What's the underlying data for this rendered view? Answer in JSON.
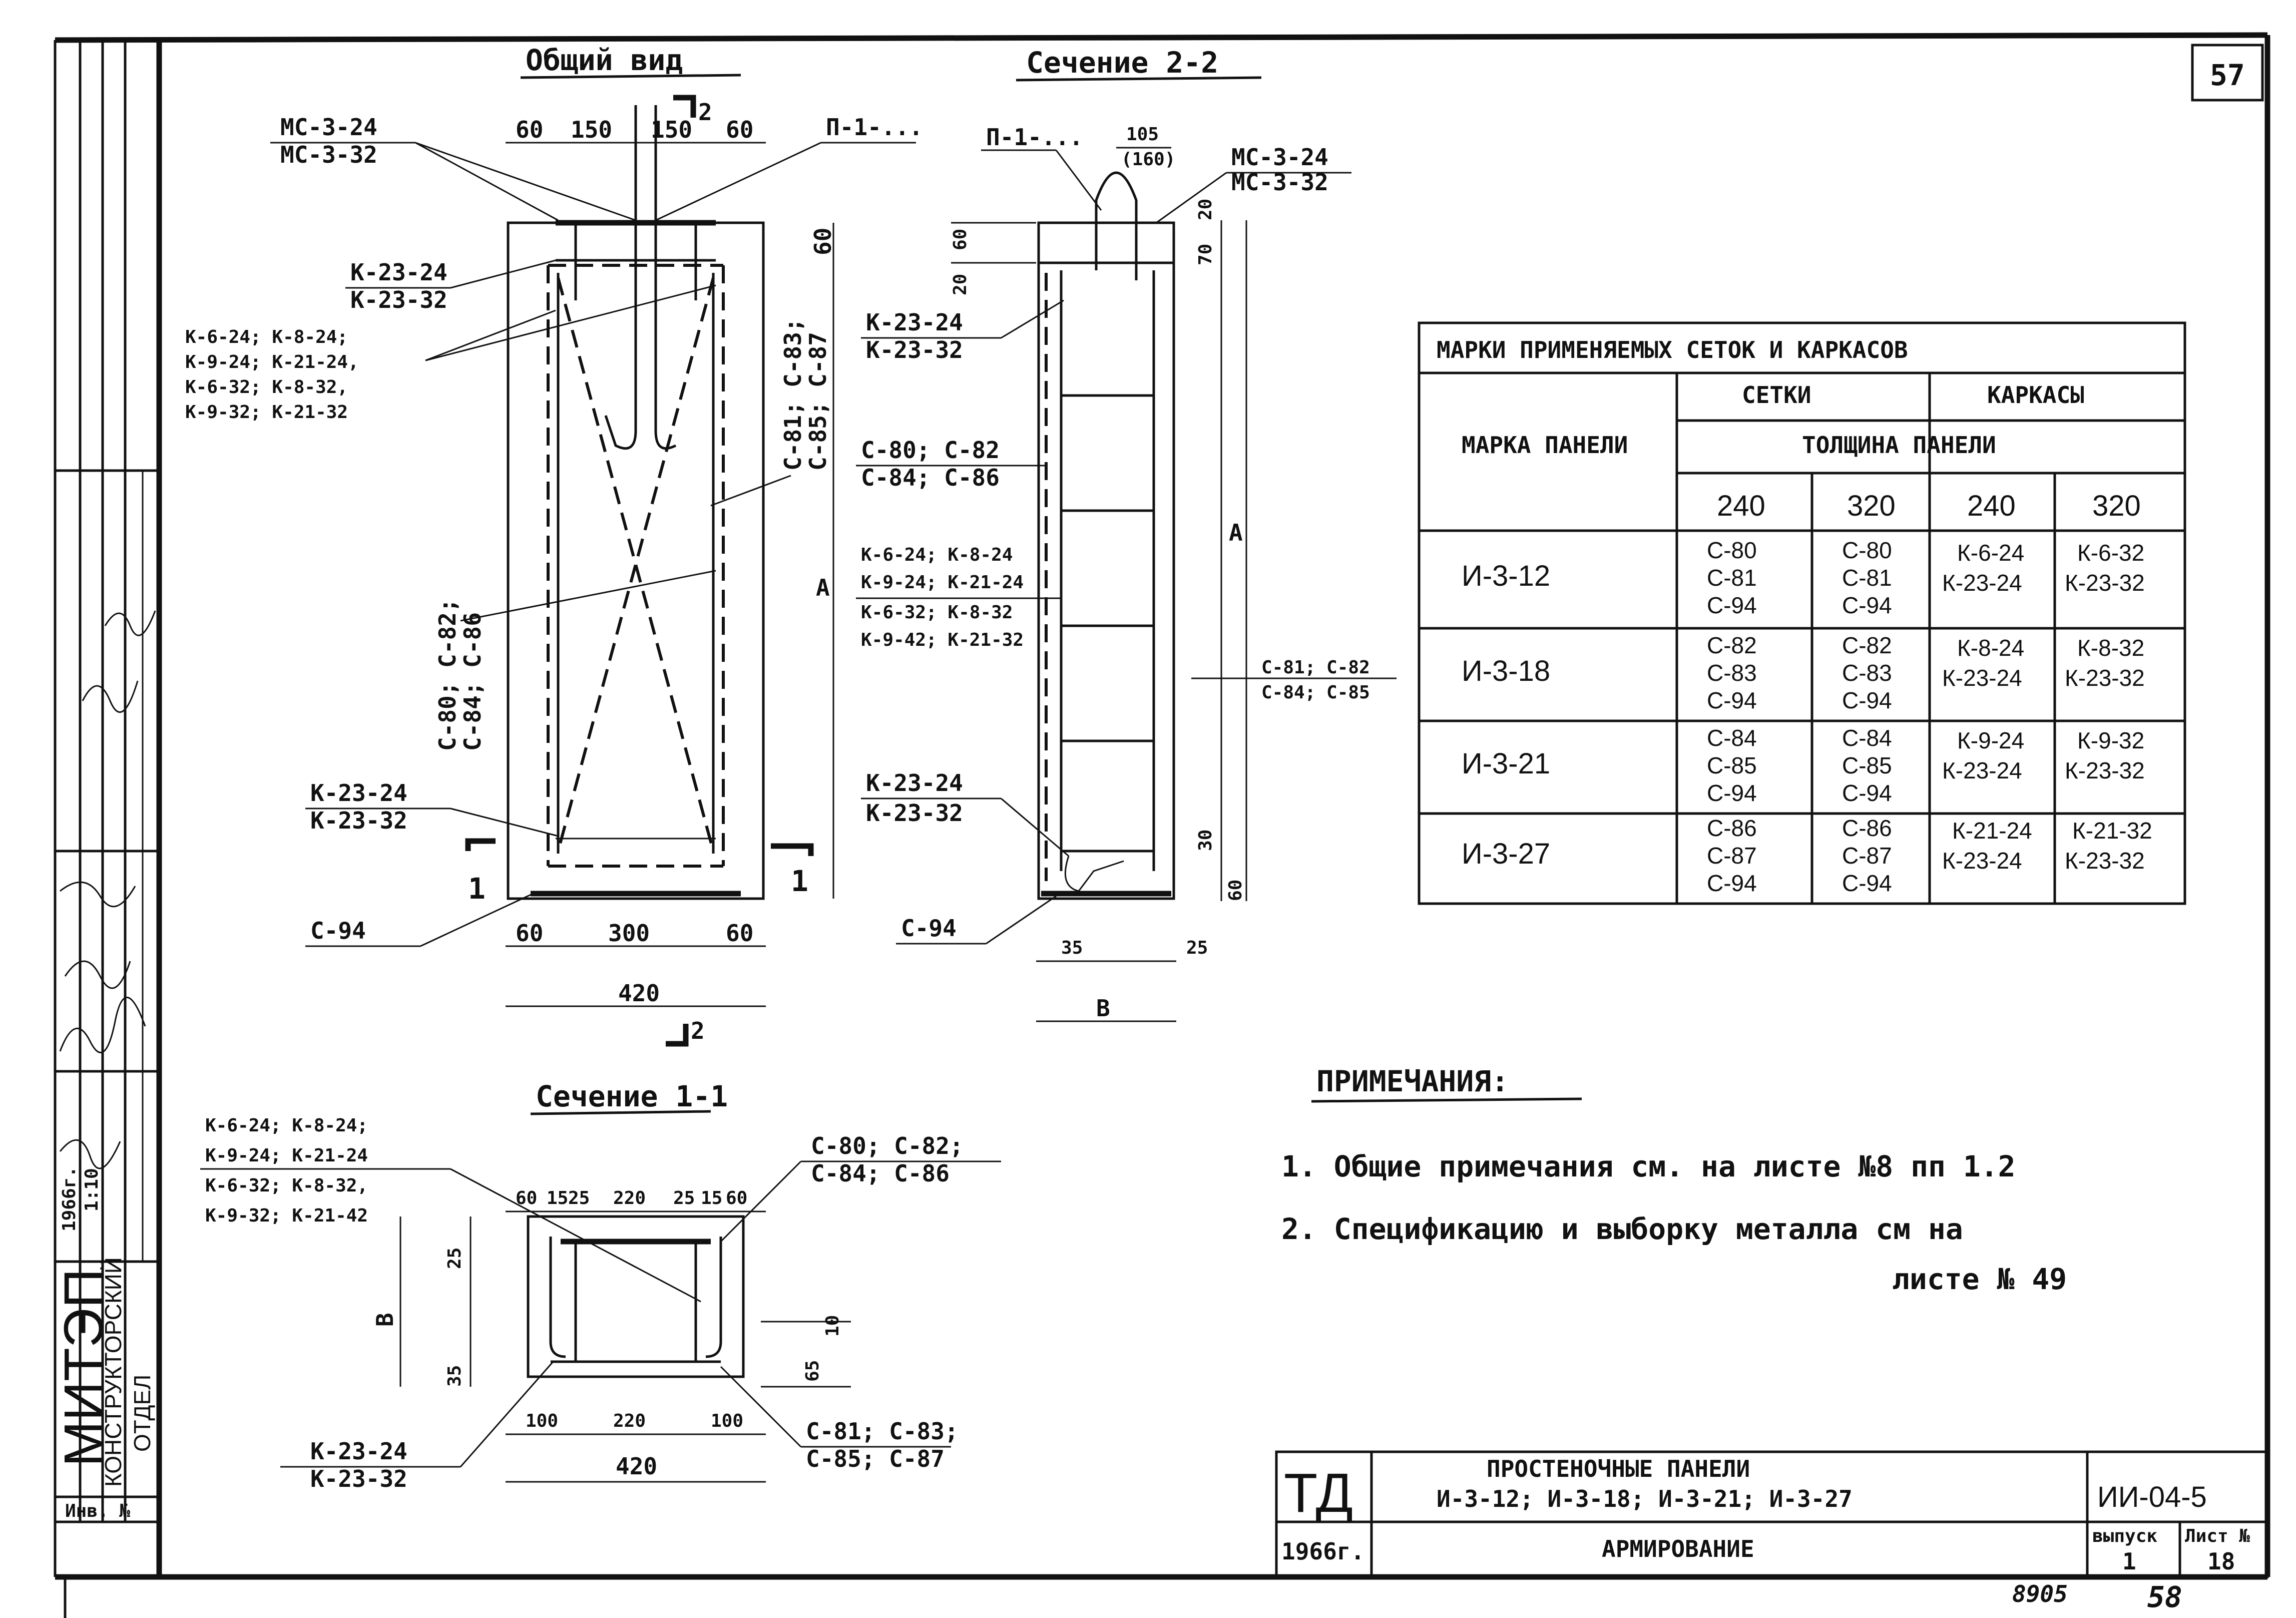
{
  "sheet_number": "57",
  "bottom_notes": {
    "inventory": "8905",
    "page": "58"
  },
  "side_stamp": {
    "org_main": "МИТЭП",
    "org_sub1": "КОНСТРУКТОРСКИЙ",
    "org_sub2": "ОТДЕЛ",
    "year": "1966г.",
    "scale": "1:10",
    "inv": "Инв. №"
  },
  "views": {
    "general": {
      "title": "Общий вид",
      "labels": {
        "ms": [
          "МС-3-24",
          "МС-3-32"
        ],
        "p1": "П-1-...",
        "k23_top": [
          "К-23-24",
          "К-23-32"
        ],
        "k_list": [
          "К-6-24; К-8-24;",
          "К-9-24; К-21-24,",
          "К-6-32; К-8-32,",
          "К-9-32; К-21-32"
        ],
        "k23_bot": [
          "К-23-24",
          "К-23-32"
        ],
        "c94": "С-94",
        "c_right": [
          "С-81; С-83;",
          "С-85; С-87"
        ],
        "c_center": [
          "С-80; С-82;",
          "С-84; С-86"
        ],
        "dims_top": [
          "60",
          "150",
          "150",
          "60"
        ],
        "dims_bot": [
          "60",
          "300",
          "60"
        ],
        "width": "420",
        "height": "A",
        "top_right": "60",
        "cut_left": "1",
        "cut_right": "1",
        "cut_top": "2",
        "cut_bot": "2"
      }
    },
    "section22": {
      "title": "Сечение 2-2",
      "labels": {
        "p1": "П-1-...",
        "dim_top": [
          "105",
          "(160)"
        ],
        "ms": [
          "МС-3-24",
          "МС-3-32"
        ],
        "k23_top": [
          "К-23-24",
          "К-23-32"
        ],
        "c_left": [
          "С-80; С-82",
          "С-84; С-86"
        ],
        "k_list": [
          "К-6-24; К-8-24",
          "К-9-24; К-21-24",
          "К-6-32; К-8-32",
          "К-9-42; К-21-32"
        ],
        "k23_bot": [
          "К-23-24",
          "К-23-32"
        ],
        "c94": "С-94",
        "c_right": [
          "С-81; С-82",
          "С-84; С-85"
        ],
        "dims_left": [
          "60",
          "20"
        ],
        "dims_right_top": [
          "20",
          "70"
        ],
        "dims_right_bot": [
          "30",
          "60"
        ],
        "dims_bot": [
          "35",
          "25"
        ],
        "b": "В",
        "height": "А"
      }
    },
    "section11": {
      "title": "Сечение 1-1",
      "labels": {
        "k_list": [
          "К-6-24; К-8-24;",
          "К-9-24; К-21-24",
          "К-6-32; К-8-32,",
          "К-9-32; К-21-42"
        ],
        "c_top": [
          "С-80; С-82;",
          "С-84; С-86"
        ],
        "c_bot": [
          "С-81; С-83;",
          "С-85; С-87"
        ],
        "k23": [
          "К-23-24",
          "К-23-32"
        ],
        "dims_top": [
          "60",
          "15",
          "25",
          "220",
          "25",
          "15",
          "60"
        ],
        "dims_bot": [
          "100",
          "220",
          "100"
        ],
        "width": "420",
        "dims_left": [
          "25",
          "35"
        ],
        "dims_right": [
          "10",
          "65"
        ],
        "b": "В"
      }
    }
  },
  "table": {
    "title": "МАРКИ ПРИМЕНЯЕМЫХ СЕТОК И КАРКАСОВ",
    "col_mark": "МАРКА ПАНЕЛИ",
    "col_nets": "СЕТКИ",
    "col_frames": "КАРКАСЫ",
    "col_thickness": "ТОЛЩИНА ПАНЕЛИ",
    "thickness": [
      "240",
      "320",
      "240",
      "320"
    ],
    "rows": [
      {
        "mark": "И-3-12",
        "n240": [
          "С-80",
          "С-81",
          "С-94"
        ],
        "n320": [
          "С-80",
          "С-81",
          "С-94"
        ],
        "f240": [
          "К-6-24",
          "К-23-24"
        ],
        "f320": [
          "К-6-32",
          "К-23-32"
        ]
      },
      {
        "mark": "И-3-18",
        "n240": [
          "С-82",
          "С-83",
          "С-94"
        ],
        "n320": [
          "С-82",
          "С-83",
          "С-94"
        ],
        "f240": [
          "К-8-24",
          "К-23-24"
        ],
        "f320": [
          "К-8-32",
          "К-23-32"
        ]
      },
      {
        "mark": "И-3-21",
        "n240": [
          "С-84",
          "С-85",
          "С-94"
        ],
        "n320": [
          "С-84",
          "С-85",
          "С-94"
        ],
        "f240": [
          "К-9-24",
          "К-23-24"
        ],
        "f320": [
          "К-9-32",
          "К-23-32"
        ]
      },
      {
        "mark": "И-3-27",
        "n240": [
          "С-86",
          "С-87",
          "С-94"
        ],
        "n320": [
          "С-86",
          "С-87",
          "С-94"
        ],
        "f240": [
          "К-21-24",
          "К-23-24"
        ],
        "f320": [
          "К-21-32",
          "К-23-32"
        ]
      }
    ]
  },
  "notes": {
    "title": "ПРИМЕЧАНИЯ:",
    "n1": "1. Общие примечания см. на листе №8 пп 1.2",
    "n2a": "2. Спецификацию и выборку металла см на",
    "n2b": "листе № 49"
  },
  "title_block": {
    "td": "ТД",
    "year": "1966г.",
    "title1": "ПРОСТЕНОЧНЫЕ ПАНЕЛИ",
    "title2": "И-3-12; И-3-18; И-3-21; И-3-27",
    "subtitle": "АРМИРОВАНИЕ",
    "code": "ИИ-04-5",
    "vyp_label": "выпуск",
    "vyp": "1",
    "list_label": "Лист №",
    "list": "18"
  }
}
